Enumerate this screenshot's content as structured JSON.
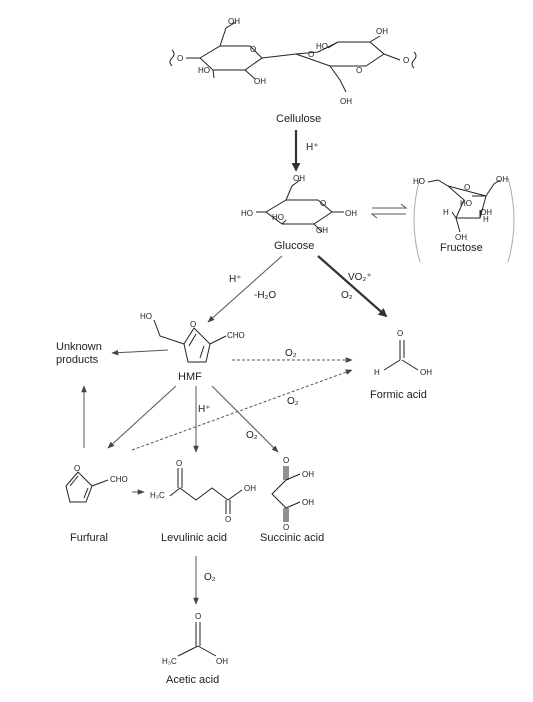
{
  "compounds": {
    "cellulose": "Cellulose",
    "glucose": "Glucose",
    "fructose": "Fructose",
    "hmf": "HMF",
    "formic_acid": "Formic acid",
    "unknown_line1": "Unknown",
    "unknown_line2": "products",
    "furfural": "Furfural",
    "levulinic_acid": "Levulinic acid",
    "succinic_acid": "Succinic acid",
    "acetic_acid": "Acetic acid"
  },
  "conditions": {
    "cellulose_to_glucose": "H⁺",
    "glucose_to_hmf_acid": "H⁺",
    "glucose_to_hmf_water": "-H₂O",
    "glucose_to_formic_catalyst": "VO₂⁺",
    "glucose_to_formic_oxidant": "O₂",
    "hmf_to_formic_upper": "O₂",
    "hmf_to_formic_lower": "O₂",
    "hmf_to_levulinic": "H⁺",
    "hmf_to_succinic": "O₂",
    "levulinic_to_acetic": "O₂"
  },
  "atoms": {
    "oh": "OH",
    "ho": "HO",
    "o": "O",
    "h": "H",
    "cho": "CHO",
    "h3c": "H₃C"
  }
}
